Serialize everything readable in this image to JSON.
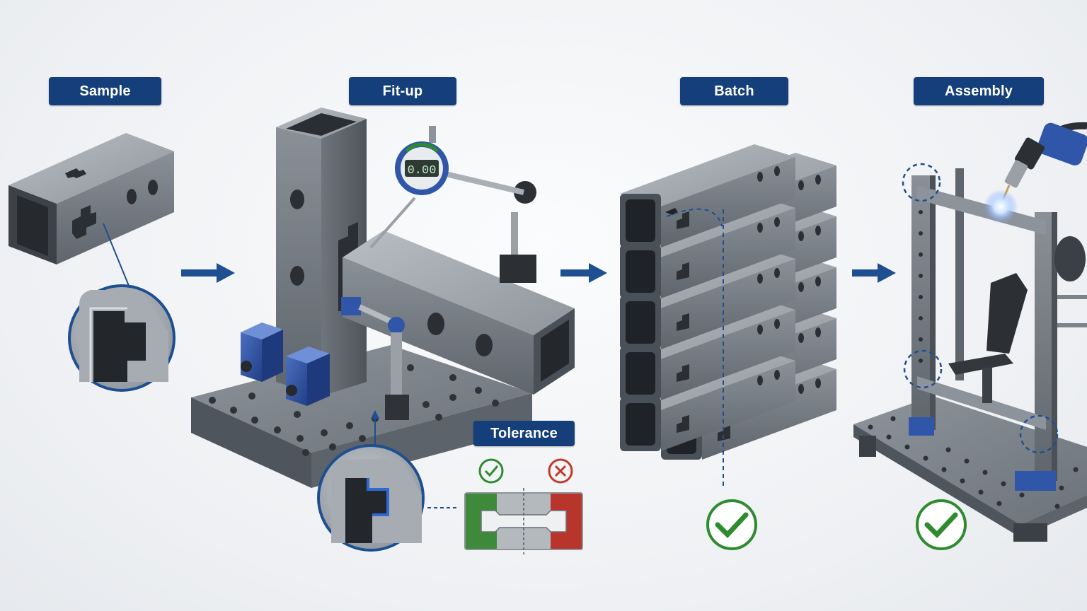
{
  "stages": [
    {
      "id": "sample",
      "label": "Sample"
    },
    {
      "id": "fitup",
      "label": "Fit-up"
    },
    {
      "id": "batch",
      "label": "Batch"
    },
    {
      "id": "assembly",
      "label": "Assembly"
    }
  ],
  "tolerance": {
    "label": "Tolerance",
    "pass_color": "#2e8b2e",
    "fail_color": "#c0392b",
    "good_zone_color": "#3f8a3a",
    "bad_zone_color": "#b8352b"
  },
  "gauge": {
    "display": "0.00"
  },
  "colors": {
    "label_bg": "#143f7a",
    "arrow": "#1d4f91",
    "fixture_blue": "#2f56a8",
    "check": "#2e8b2e",
    "steel": "#7d838a"
  },
  "icons": {
    "arrow": "arrow-right-icon",
    "check": "check-circle-icon",
    "cross": "x-circle-icon",
    "gauge": "dial-gauge-icon",
    "torch": "welding-torch-icon"
  }
}
